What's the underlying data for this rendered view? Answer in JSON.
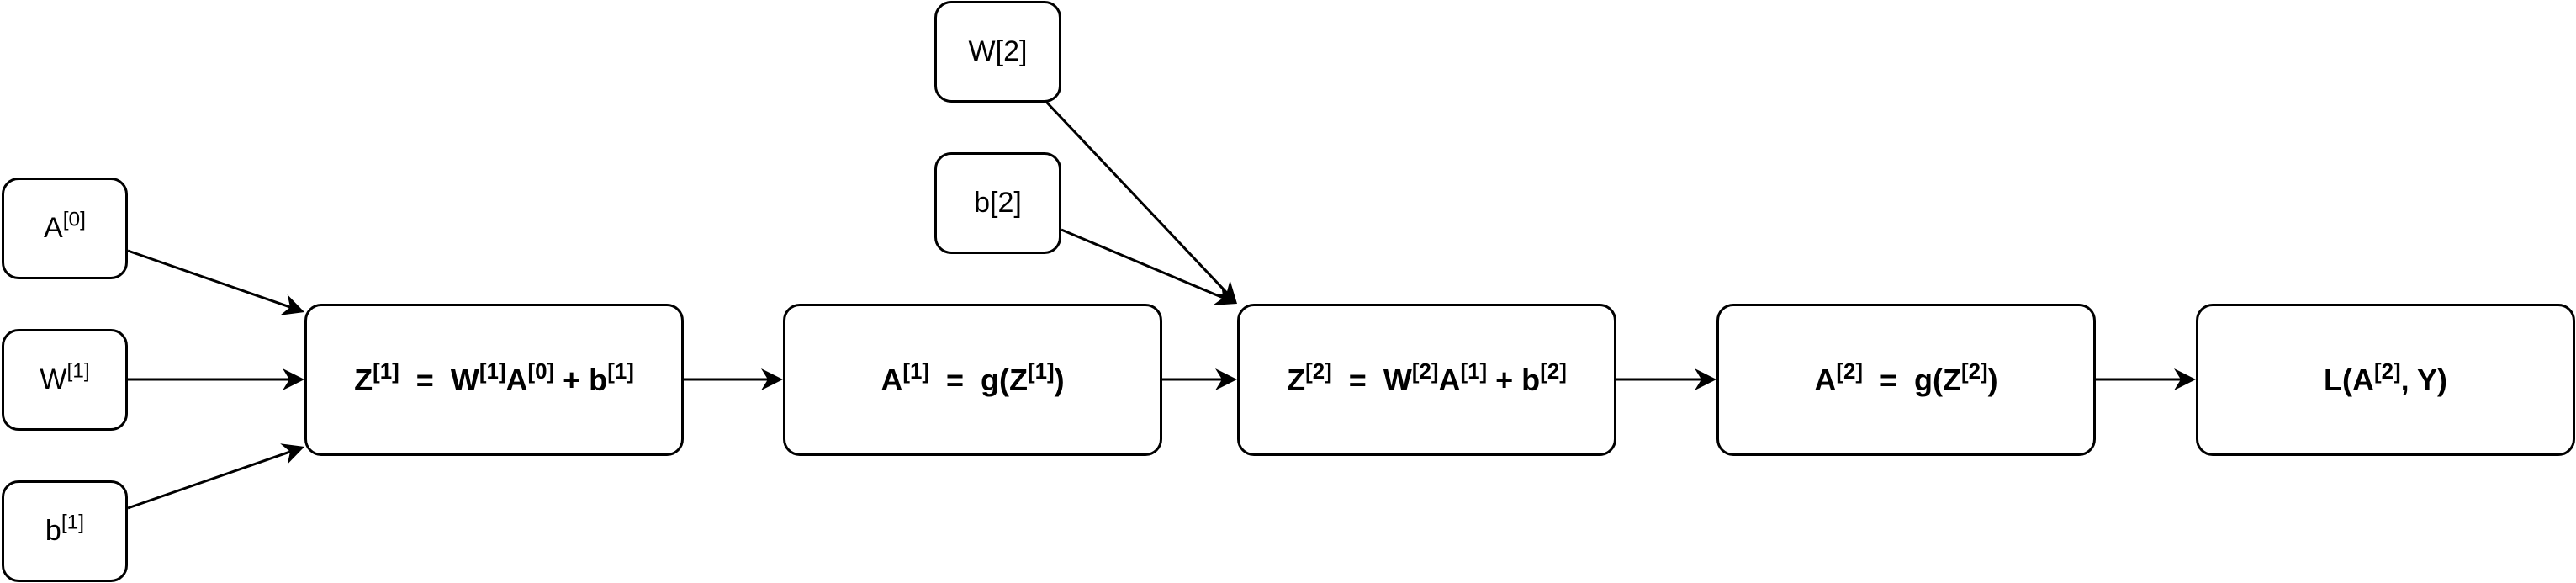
{
  "diagram": {
    "title": "Two-layer neural network forward propagation computation graph",
    "stroke_color": "#000000",
    "background_color": "#ffffff",
    "nodes": [
      {
        "id": "A0",
        "kind": "input",
        "parts": [
          {
            "t": "A"
          },
          {
            "sup": "[0]"
          }
        ]
      },
      {
        "id": "W1",
        "kind": "input",
        "parts": [
          {
            "t": "W"
          },
          {
            "sup": "[1]"
          }
        ]
      },
      {
        "id": "b1",
        "kind": "input",
        "parts": [
          {
            "t": "b"
          },
          {
            "sup": "[1]"
          }
        ]
      },
      {
        "id": "W2",
        "kind": "input",
        "parts": [
          {
            "t": "W[2]"
          }
        ]
      },
      {
        "id": "b2",
        "kind": "input",
        "parts": [
          {
            "t": "b[2]"
          }
        ]
      },
      {
        "id": "Z1",
        "kind": "op",
        "parts": [
          {
            "t": "Z"
          },
          {
            "sup": "[1]"
          },
          {
            "t": "  =  W"
          },
          {
            "sup": "[1]"
          },
          {
            "t": "A"
          },
          {
            "sup": "[0]"
          },
          {
            "t": " + b"
          },
          {
            "sup": "[1]"
          }
        ]
      },
      {
        "id": "A1",
        "kind": "op",
        "parts": [
          {
            "t": "A"
          },
          {
            "sup": "[1]"
          },
          {
            "t": "  =  g(Z"
          },
          {
            "sup": "[1]"
          },
          {
            "t": ")"
          }
        ]
      },
      {
        "id": "Z2",
        "kind": "op",
        "parts": [
          {
            "t": "Z"
          },
          {
            "sup": "[2]"
          },
          {
            "t": "  =  W"
          },
          {
            "sup": "[2]"
          },
          {
            "t": "A"
          },
          {
            "sup": "[1]"
          },
          {
            "t": " + b"
          },
          {
            "sup": "[2]"
          }
        ]
      },
      {
        "id": "A2",
        "kind": "op",
        "parts": [
          {
            "t": "A"
          },
          {
            "sup": "[2]"
          },
          {
            "t": "  =  g(Z"
          },
          {
            "sup": "[2]"
          },
          {
            "t": ")"
          }
        ]
      },
      {
        "id": "L",
        "kind": "op",
        "parts": [
          {
            "t": "L(A"
          },
          {
            "sup": "[2]"
          },
          {
            "t": ", Y)"
          }
        ]
      }
    ],
    "edges": [
      {
        "from": "A0",
        "to": "Z1"
      },
      {
        "from": "W1",
        "to": "Z1"
      },
      {
        "from": "b1",
        "to": "Z1"
      },
      {
        "from": "Z1",
        "to": "A1"
      },
      {
        "from": "A1",
        "to": "Z2"
      },
      {
        "from": "W2",
        "to": "Z2"
      },
      {
        "from": "b2",
        "to": "Z2"
      },
      {
        "from": "Z2",
        "to": "A2"
      },
      {
        "from": "A2",
        "to": "L"
      }
    ]
  }
}
